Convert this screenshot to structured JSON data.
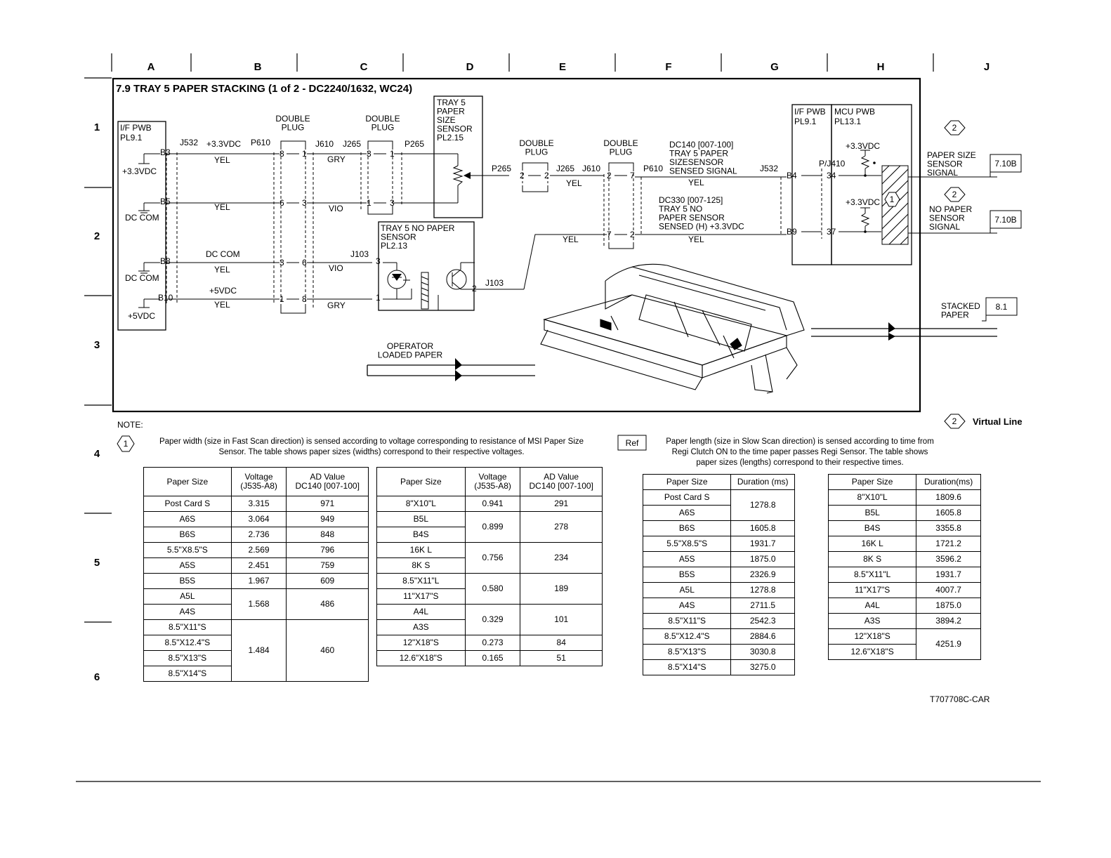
{
  "columns": [
    "A",
    "B",
    "C",
    "D",
    "E",
    "F",
    "G",
    "H",
    "J"
  ],
  "rows": [
    "1",
    "2",
    "3",
    "4",
    "5",
    "6"
  ],
  "title": "7.9 TRAY 5 PAPER STACKING (1 of 2 - DC2240/1632, WC24)",
  "diagram": {
    "if_pwb_left": {
      "name": "I/F PWB",
      "pl": "PL9.1"
    },
    "pins_left": [
      "B3",
      "B5",
      "B8",
      "B10"
    ],
    "supplies_left": [
      "+3.3VDC",
      "DC COM",
      "DC COM",
      "+5VDC"
    ],
    "conn_j532": "J532",
    "conn_p610": "P610",
    "sig_33": "+3.3VDC",
    "sig_dccom": "DC COM",
    "sig_5v": "+5VDC",
    "wire_b": [
      "YEL",
      "YEL",
      "YEL",
      "YEL"
    ],
    "double_plug": "DOUBLE\nPLUG",
    "plug1_pins": [
      [
        "8",
        "1"
      ],
      [
        "6",
        "3"
      ],
      [
        "3",
        "6"
      ],
      [
        "1",
        "8"
      ]
    ],
    "conn_j610": "J610",
    "conn_j265": "J265",
    "wire_c": [
      "GRY",
      "VIO",
      "VIO",
      "GRY"
    ],
    "plug2_pins": [
      [
        "3",
        "1"
      ],
      [
        "1",
        "3"
      ]
    ],
    "conn_p265": "P265",
    "conn_j103": "J103",
    "pin3": "3",
    "pin1": "1",
    "pin2": "2",
    "size_sensor": "TRAY 5\nPAPER\nSIZE\nSENSOR\nPL2.15",
    "no_paper_sensor": "TRAY 5 NO PAPER\nSENSOR\nPL2.13",
    "plug3_pins": [
      "2",
      "2"
    ],
    "plug4_pins": [
      [
        "2",
        "7"
      ],
      [
        "7",
        "2"
      ]
    ],
    "wire_e": [
      "YEL",
      "YEL"
    ],
    "wire_f": [
      "YEL",
      "YEL"
    ],
    "dc140": "DC140 [007-100]\nTRAY 5 PAPER\nSIZESENSOR\nSENSED SIGNAL",
    "dc330": "DC330 [007-125]\nTRAY 5 NO\nPAPER SENSOR\nSENSED (H) +3.3VDC",
    "if_pwb_right": {
      "name": "I/F PWB",
      "pl": "PL9.1"
    },
    "mcu_pwb": {
      "name": "MCU PWB",
      "pl": "PL13.1"
    },
    "pins_right": [
      "B4",
      "B9"
    ],
    "pj410": "P/J410",
    "pins_pj410": [
      "34",
      "37"
    ],
    "supply_33": "+3.3VDC",
    "note_1": "1",
    "note_2": "2",
    "paper_size_signal": "PAPER SIZE\nSENSOR\nSIGNAL",
    "no_paper_signal": "NO PAPER\nSENSOR\nSIGNAL",
    "ref_710b": "7.10B",
    "stacked_paper": "STACKED\nPAPER",
    "ref_81": "8.1",
    "operator_loaded": "OPERATOR\nLOADED PAPER",
    "virtual_line": "Virtual Line"
  },
  "notes": {
    "label": "NOTE:",
    "note1_marker": "1",
    "note1_text": "Paper width (size in Fast Scan direction) is sensed according to voltage corresponding to resistance of MSI Paper Size\nSensor.  The table shows paper sizes (widths) correspond to their respective voltages.",
    "ref_label": "Ref",
    "ref_text": "Paper length (size in Slow Scan direction) is sensed according to time from\nRegi Clutch ON to the time paper passes Regi Sensor.  The table shows\npaper sizes (lengths) correspond to their respective times."
  },
  "voltage_table_headers": [
    "Paper Size",
    "Voltage\n(J535-A8)",
    "AD Value\nDC140 [007-100]"
  ],
  "voltage_table_1": [
    [
      "Post Card S",
      "3.315",
      "971"
    ],
    [
      "A6S",
      "3.064",
      "949"
    ],
    [
      "B6S",
      "2.736",
      "848"
    ],
    [
      "5.5\"X8.5\"S",
      "2.569",
      "796"
    ],
    [
      "A5S",
      "2.451",
      "759"
    ],
    [
      "B5S",
      "1.967",
      "609"
    ],
    [
      "A5L",
      "1.568",
      "486"
    ],
    [
      "A4S",
      "",
      ""
    ],
    [
      "8.5\"X11\"S",
      "1.484",
      "460"
    ],
    [
      "8.5\"X12.4\"S",
      "",
      ""
    ],
    [
      "8.5\"X13\"S",
      "",
      ""
    ],
    [
      "8.5\"X14\"S",
      "",
      ""
    ]
  ],
  "voltage_table_2": [
    [
      "8\"X10\"L",
      "0.941",
      "291"
    ],
    [
      "B5L",
      "0.899",
      "278"
    ],
    [
      "B4S",
      "",
      ""
    ],
    [
      "16K L",
      "0.756",
      "234"
    ],
    [
      "8K S",
      "",
      ""
    ],
    [
      "8.5\"X11\"L",
      "0.580",
      "189"
    ],
    [
      "11\"X17\"S",
      "",
      ""
    ],
    [
      "A4L",
      "0.329",
      "101"
    ],
    [
      "A3S",
      "",
      ""
    ],
    [
      "12\"X18\"S",
      "0.273",
      "84"
    ],
    [
      "12.6\"X18\"S",
      "0.165",
      "51"
    ]
  ],
  "duration_table_headers_1": [
    "Paper Size",
    "Duration (ms)"
  ],
  "duration_table_headers_2": [
    "Paper Size",
    "Duration(ms)"
  ],
  "duration_table_1": [
    [
      "Post Card S",
      "1278.8"
    ],
    [
      "A6S",
      ""
    ],
    [
      "B6S",
      "1605.8"
    ],
    [
      "5.5\"X8.5\"S",
      "1931.7"
    ],
    [
      "A5S",
      "1875.0"
    ],
    [
      "B5S",
      "2326.9"
    ],
    [
      "A5L",
      "1278.8"
    ],
    [
      "A4S",
      "2711.5"
    ],
    [
      "8.5\"X11\"S",
      "2542.3"
    ],
    [
      "8.5\"X12.4\"S",
      "2884.6"
    ],
    [
      "8.5\"X13\"S",
      "3030.8"
    ],
    [
      "8.5\"X14\"S",
      "3275.0"
    ]
  ],
  "duration_table_2": [
    [
      "8\"X10\"L",
      "1809.6"
    ],
    [
      "B5L",
      "1605.8"
    ],
    [
      "B4S",
      "3355.8"
    ],
    [
      "16K L",
      "1721.2"
    ],
    [
      "8K S",
      "3596.2"
    ],
    [
      "8.5\"X11\"L",
      "1931.7"
    ],
    [
      "11\"X17\"S",
      "4007.7"
    ],
    [
      "A4L",
      "1875.0"
    ],
    [
      "A3S",
      "3894.2"
    ],
    [
      "12\"X18\"S",
      "4251.9"
    ],
    [
      "12.6\"X18\"S",
      ""
    ]
  ],
  "figure_id": "T707708C-CAR"
}
